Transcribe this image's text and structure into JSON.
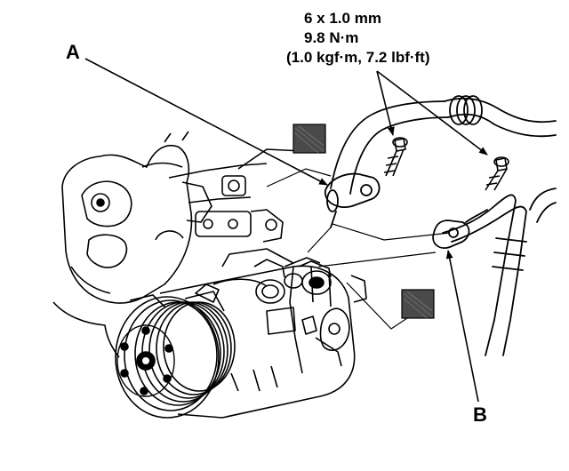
{
  "callouts": {
    "a": "A",
    "b": "B"
  },
  "torque_spec": {
    "bolt_size": "6 x 1.0 mm",
    "torque_nm": "9.8 N·m",
    "torque_alt": "(1.0 kgf·m, 7.2 lbf·ft)"
  },
  "colors": {
    "ink": "#000000",
    "paper": "#ffffff",
    "gasket_fill": "#4a4a4a"
  },
  "icons": {
    "new_part_marker": "o-ring-replace-icon"
  }
}
